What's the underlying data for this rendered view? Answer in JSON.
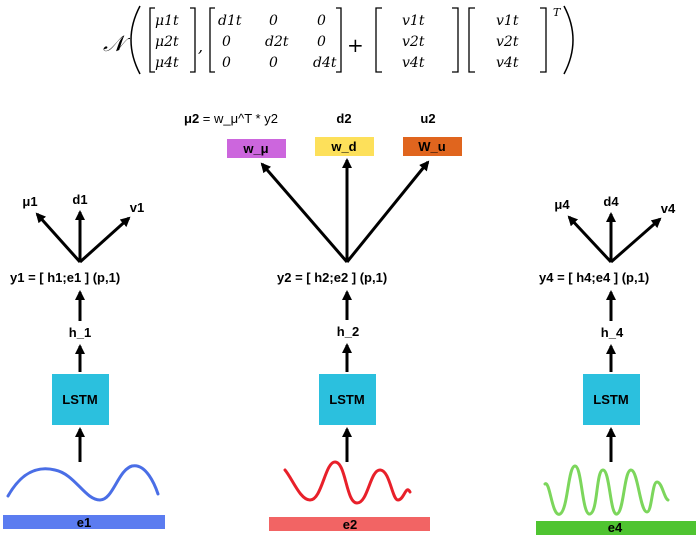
{
  "formula": {
    "calN": "𝒩",
    "mu_entries": [
      "μ1t",
      "μ2t",
      "μ4t"
    ],
    "d_matrix": [
      [
        "d1t",
        "0",
        "0"
      ],
      [
        "0",
        "d2t",
        "0"
      ],
      [
        "0",
        "0",
        "d4t"
      ]
    ],
    "plus": "+",
    "v_entries": [
      "v1t",
      "v2t",
      "v4t"
    ],
    "vT_entries": [
      "v1t",
      "v2t",
      "v4t"
    ],
    "transpose": "T",
    "comma": ","
  },
  "middle_heads": {
    "mu_caption_bold": "μ2",
    "mu_caption_rest": " = w_μ^T * y2",
    "d_caption": "d2",
    "u_caption": "u2",
    "boxes": [
      {
        "label": "w_μ",
        "color": "#cc66dd"
      },
      {
        "label": "w_d",
        "color": "#fde05a"
      },
      {
        "label": "W_u",
        "color": "#e0651e"
      }
    ]
  },
  "columns": [
    {
      "outputs": [
        "μ1",
        "d1",
        "v1"
      ],
      "y_label": "y1 = [ h1;e1 ]  (p,1)",
      "h_label": "h_1",
      "lstm": "LSTM",
      "e_label": "e1",
      "bar_color": "#5b7cf0",
      "wave_color": "#4a6ee6"
    },
    {
      "outputs": [],
      "y_label": "y2 = [ h2;e2 ]  (p,1)",
      "h_label": "h_2",
      "lstm": "LSTM",
      "e_label": "e2",
      "bar_color": "#f26464",
      "wave_color": "#e8202a"
    },
    {
      "outputs": [
        "μ4",
        "d4",
        "v4"
      ],
      "y_label": "y4 = [ h4;e4 ]  (p,1)",
      "h_label": "h_4",
      "lstm": "LSTM",
      "e_label": "e4",
      "bar_color": "#4fc431",
      "wave_color": "#7cd65c"
    }
  ],
  "colors": {
    "lstm_box": "#2bc0de",
    "arrow": "#000000"
  }
}
